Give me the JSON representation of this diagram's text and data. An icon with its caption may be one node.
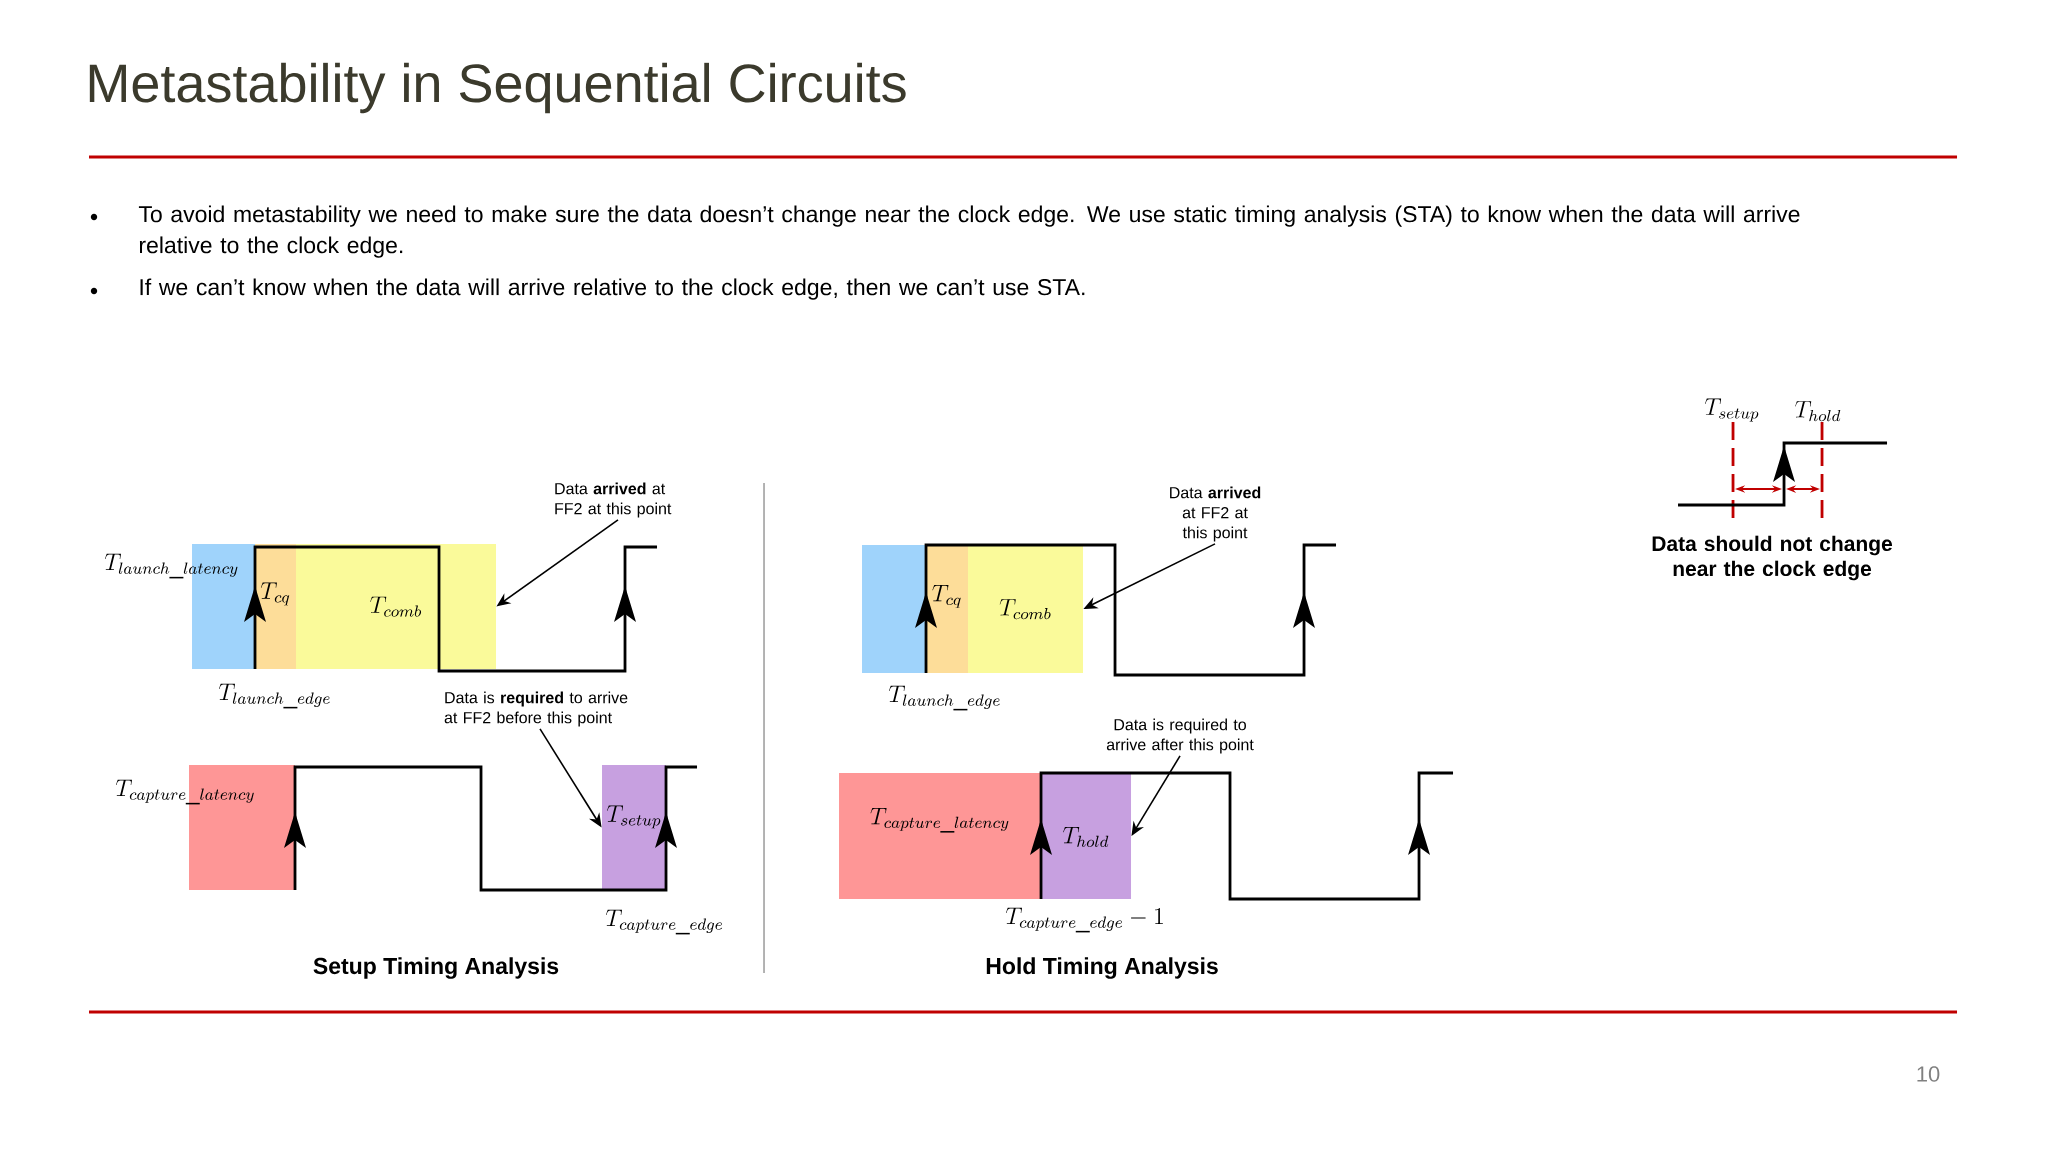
{
  "diagram": {
    "title": "Metastability in Sequential Circuits",
    "nodes": [
      {
        "text": [],
        "shape": "box"
      },
      {
        "text": [
          "T_{cq}"
        ]
      },
      {
        "text": [
          "T_{comb}"
        ]
      },
      {
        "text": [
          "Data **arrived** at FF2 at this point"
        ]
      },
      {
        "text": [],
        "shape": "box"
      },
      {
        "text": [
          "T_{setup}"
        ]
      },
      {
        "text": [
          "Data is **required** to arrive at FF2 before this point"
        ]
      },
      {
        "text": [],
        "shape": "box"
      },
      {
        "text": [
          "T_{cq}"
        ]
      },
      {
        "text": [
          "T_{comb}"
        ]
      },
      {
        "text": [
          "Data **arrived** at FF2 at this point"
        ]
      },
      {
        "text": [
          "T_{capture\\_latency}"
        ]
      },
      {
        "text": [
          "T_{hold}"
        ]
      },
      {
        "text": [
          "Data is required to arrive after this point"
        ]
      }
    ],
    "edges": [
      {
        "from": 3,
        "to": 2,
        "arrow": "to"
      },
      {
        "from": 6,
        "to": 5,
        "arrow": "to"
      },
      {
        "from": 10,
        "to": 9,
        "arrow": "to"
      },
      {
        "from": 13,
        "to": 12,
        "arrow": "to"
      }
    ],
    "labels": [
      "To avoid metastability we need to make sure the data doesn’t change near the clock edge. We use static timing analysis (STA) to know when the data will arrive relative to the clock edge.",
      "If we can’t know when the data will arrive relative to the clock edge, then we can’t use STA.",
      "T_{launch\\_latency}",
      "T_{launch\\_edge}",
      "T_{capture\\_latency}",
      "T_{capture\\_edge}",
      "Setup Timing Analysis",
      "T_{launch\\_edge}",
      "T_{capture\\_edge} - 1",
      "Hold Timing Analysis",
      "T_{setup}",
      "T_{hold}",
      "Data should not change near the clock edge",
      "10"
    ]
  }
}
